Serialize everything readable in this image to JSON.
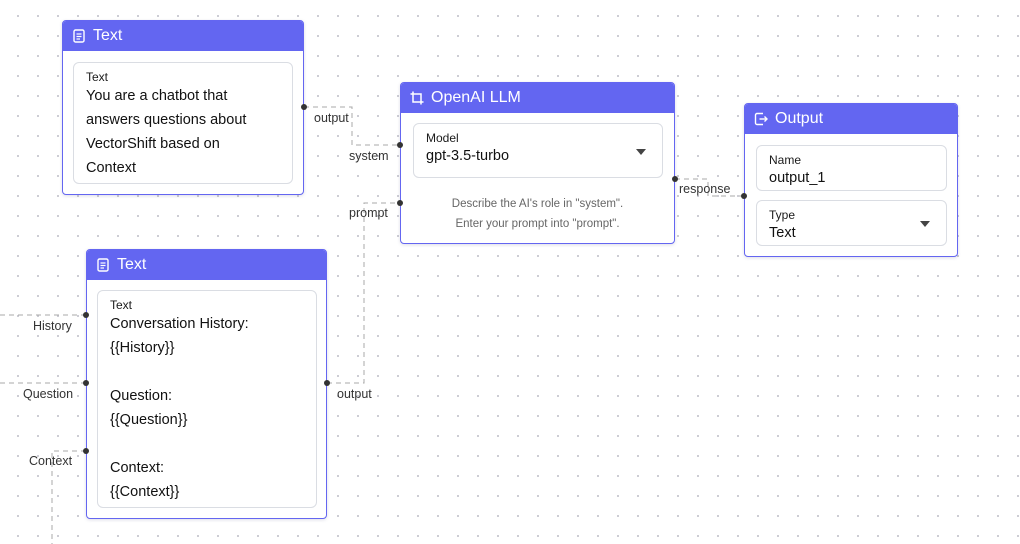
{
  "nodes": {
    "text1": {
      "title": "Text",
      "field_label": "Text",
      "value": "You are a chatbot that\nanswers questions about\nVectorShift based on\nContext",
      "output_label": "output"
    },
    "llm": {
      "title": "OpenAI LLM",
      "model_label": "Model",
      "model_value": "gpt-3.5-turbo",
      "desc_line1": "Describe the AI's role in \"system\".",
      "desc_line2": "Enter your prompt into \"prompt\".",
      "input_system": "system",
      "input_prompt": "prompt",
      "output_response": "response"
    },
    "output": {
      "title": "Output",
      "name_label": "Name",
      "name_value": "output_1",
      "type_label": "Type",
      "type_value": "Text"
    },
    "text2": {
      "title": "Text",
      "field_label": "Text",
      "value": "Conversation History:\n{{History}}\n\nQuestion:\n{{Question}}\n\nContext:\n{{Context}}",
      "input_history": "History",
      "input_question": "Question",
      "input_context": "Context",
      "output_label": "output"
    }
  },
  "colors": {
    "header": "#6366f1",
    "border": "#6466f1",
    "edge": "#a8a8a8"
  },
  "icons": {
    "text": "document-icon",
    "llm": "crop-icon",
    "output": "export-icon"
  }
}
